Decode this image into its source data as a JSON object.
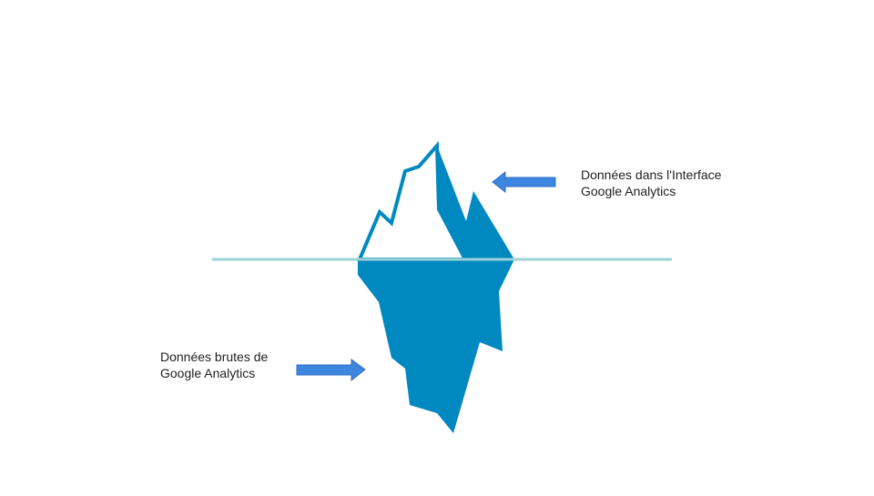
{
  "labels": {
    "interface": {
      "line1": "Données dans l'Interface",
      "line2": "Google Analytics"
    },
    "raw": {
      "line1": "Données brutes de",
      "line2": "Google Analytics"
    }
  },
  "colors": {
    "iceberg": "#0089c0",
    "waterline": "#9ed3d5",
    "arrow": "#3d86e0",
    "arrow_stroke": "#2f6fc4",
    "ice_tip": "#ffffff"
  },
  "icons": {
    "arrow_left": "arrow-left-icon",
    "arrow_right": "arrow-right-icon",
    "iceberg": "iceberg-icon"
  }
}
